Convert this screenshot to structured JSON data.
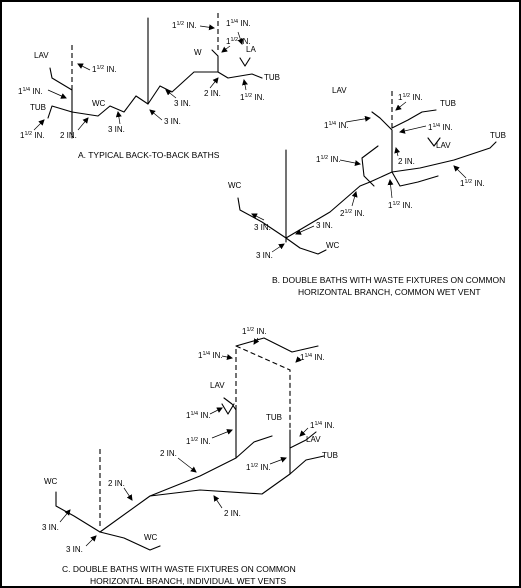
{
  "diagrams": [
    {
      "caption_lines": [
        "A. TYPICAL BACK-TO-BACK BATHS"
      ],
      "labels": [
        "LAV",
        "TUB",
        "WC",
        "W",
        "LA",
        "TUB"
      ],
      "sizes": [
        {
          "whole": "1",
          "frac": "1/4",
          "unit": "IN."
        },
        {
          "whole": "1",
          "frac": "1/2",
          "unit": "IN."
        },
        {
          "whole": "1",
          "frac": "1/2",
          "unit": "IN."
        },
        {
          "whole": "1",
          "frac": "1/4",
          "unit": "IN."
        },
        {
          "whole": "1",
          "frac": "1/2",
          "unit": "IN."
        },
        {
          "whole": "1",
          "frac": "1/2",
          "unit": "IN."
        },
        {
          "whole": "",
          "frac": "",
          "unit": "2 IN."
        },
        {
          "whole": "",
          "frac": "",
          "unit": "3 IN."
        },
        {
          "whole": "",
          "frac": "",
          "unit": "3 IN."
        },
        {
          "whole": "",
          "frac": "",
          "unit": "3 IN."
        },
        {
          "whole": "",
          "frac": "",
          "unit": "2 IN."
        },
        {
          "whole": "1",
          "frac": "1/2",
          "unit": "IN."
        }
      ]
    },
    {
      "caption_lines": [
        "B. DOUBLE BATHS WITH WASTE FIXTURES ON COMMON",
        "HORIZONTAL BRANCH, COMMON WET VENT"
      ],
      "labels": [
        "LAV",
        "TUB",
        "LAV",
        "TUB",
        "WC",
        "WC"
      ],
      "sizes": [
        {
          "whole": "1",
          "frac": "1/4",
          "unit": "IN."
        },
        {
          "whole": "1",
          "frac": "1/2",
          "unit": "IN."
        },
        {
          "whole": "1",
          "frac": "1/4",
          "unit": "IN."
        },
        {
          "whole": "",
          "frac": "",
          "unit": "2 IN."
        },
        {
          "whole": "1",
          "frac": "1/2",
          "unit": "IN."
        },
        {
          "whole": "1",
          "frac": "1/2",
          "unit": "IN."
        },
        {
          "whole": "2",
          "frac": "1/2",
          "unit": "IN."
        },
        {
          "whole": "1",
          "frac": "1/2",
          "unit": "IN."
        },
        {
          "whole": "",
          "frac": "",
          "unit": "3 IN."
        },
        {
          "whole": "",
          "frac": "",
          "unit": "3 IN."
        },
        {
          "whole": "",
          "frac": "",
          "unit": "3 IN."
        }
      ]
    },
    {
      "caption_lines": [
        "C. DOUBLE BATHS WITH WASTE FIXTURES ON COMMON",
        "HORIZONTAL BRANCH, INDIVIDUAL WET VENTS"
      ],
      "labels": [
        "LAV",
        "TUB",
        "LAV",
        "TUB",
        "WC",
        "WC"
      ],
      "sizes": [
        {
          "whole": "1",
          "frac": "1/2",
          "unit": "IN."
        },
        {
          "whole": "1",
          "frac": "1/4",
          "unit": "IN."
        },
        {
          "whole": "1",
          "frac": "1/4",
          "unit": "IN."
        },
        {
          "whole": "1",
          "frac": "1/4",
          "unit": "IN."
        },
        {
          "whole": "1",
          "frac": "1/2",
          "unit": "IN."
        },
        {
          "whole": "",
          "frac": "",
          "unit": "2 IN."
        },
        {
          "whole": "1",
          "frac": "1/4",
          "unit": "IN."
        },
        {
          "whole": "1",
          "frac": "1/2",
          "unit": "IN."
        },
        {
          "whole": "",
          "frac": "",
          "unit": "2 IN."
        },
        {
          "whole": "",
          "frac": "",
          "unit": "2 IN."
        },
        {
          "whole": "",
          "frac": "",
          "unit": "3 IN."
        },
        {
          "whole": "",
          "frac": "",
          "unit": "3 IN."
        }
      ]
    }
  ]
}
